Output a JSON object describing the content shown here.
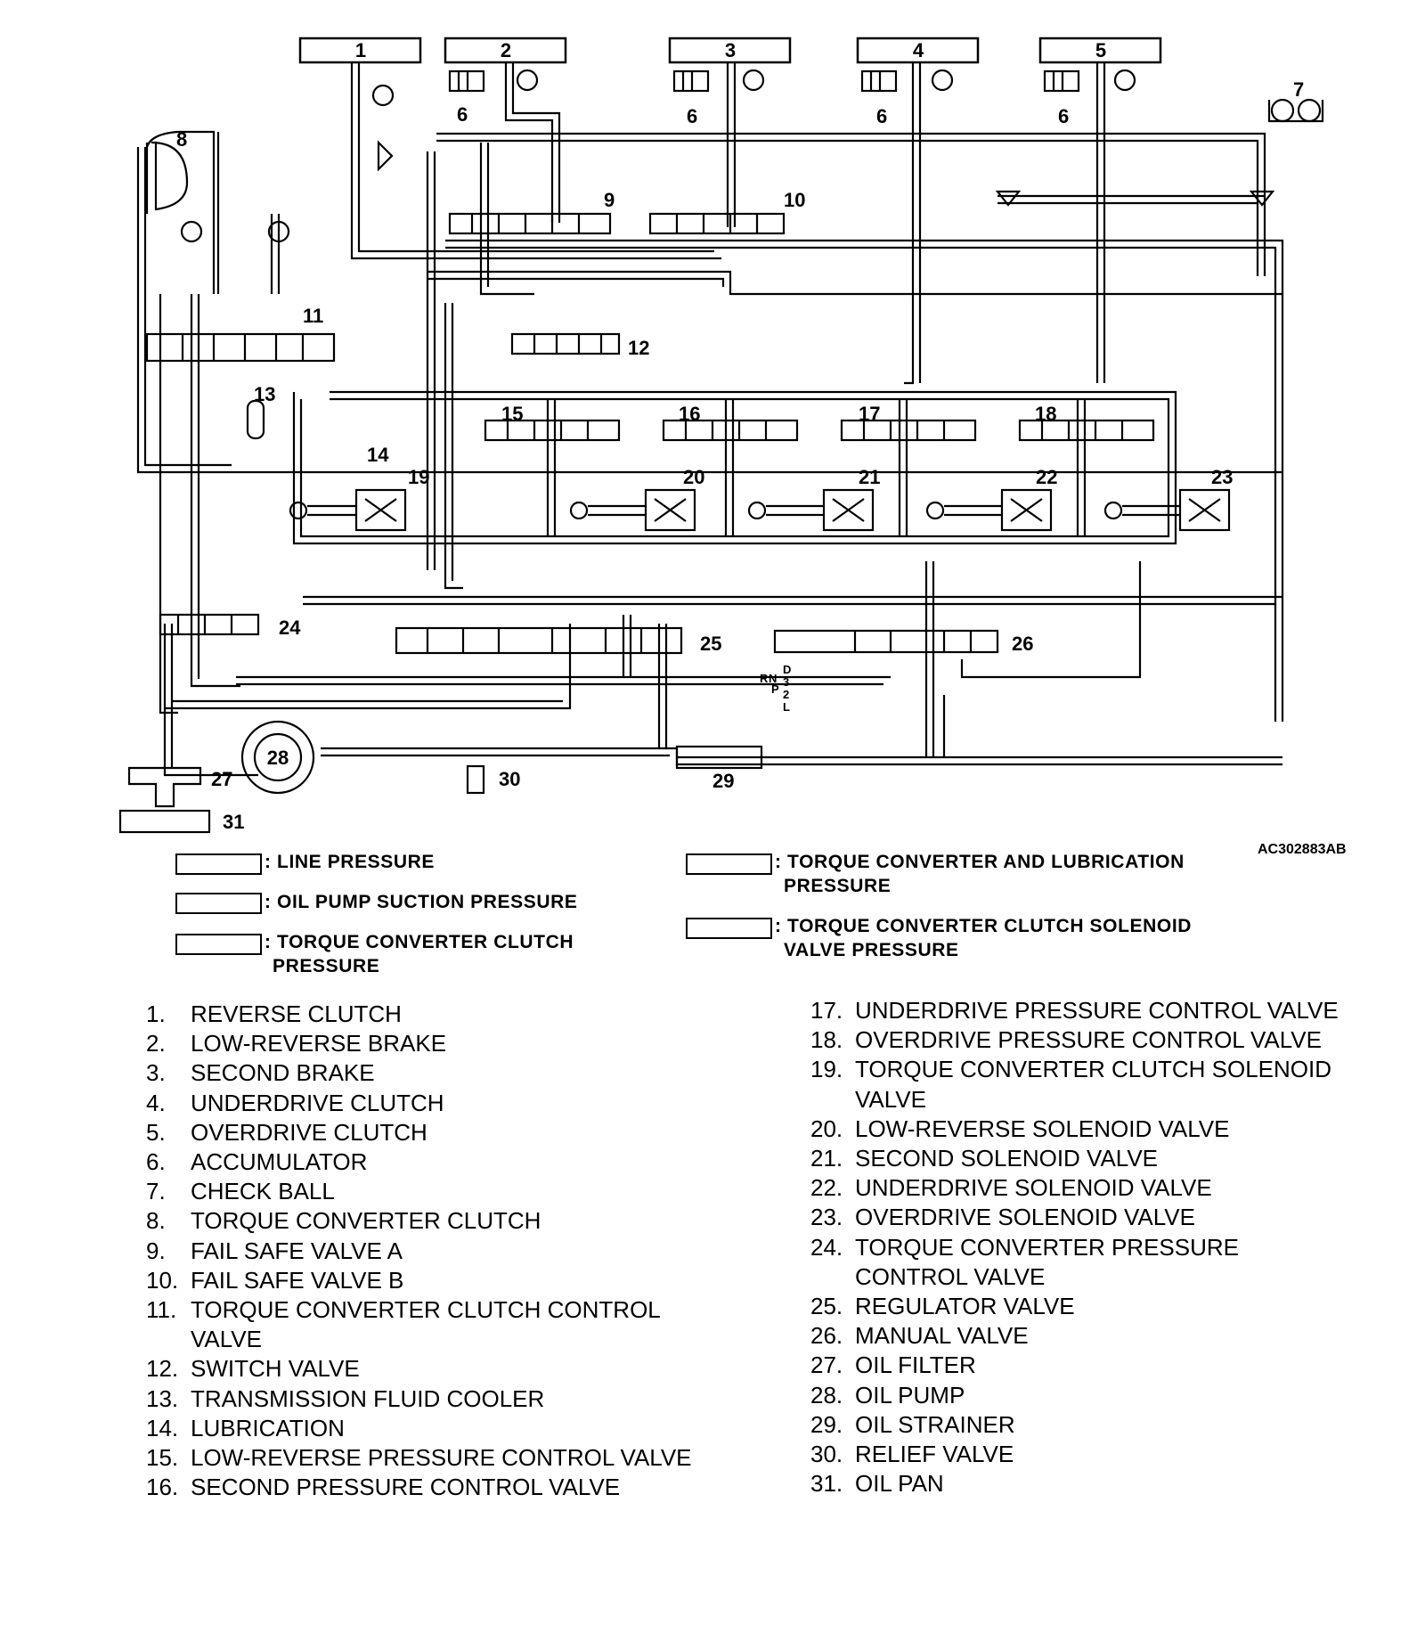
{
  "figure_code": "AC302883AB",
  "top_labels": [
    "1",
    "2",
    "3",
    "4",
    "5"
  ],
  "accumulator_label": "6",
  "callouts": {
    "c7": "7",
    "c8": "8",
    "c9": "9",
    "c10": "10",
    "c11": "11",
    "c12": "12",
    "c13": "13",
    "c14": "14",
    "c15": "15",
    "c16": "16",
    "c17": "17",
    "c18": "18",
    "c19": "19",
    "c20": "20",
    "c21": "21",
    "c22": "22",
    "c23": "23",
    "c24": "24",
    "c25": "25",
    "c26": "26",
    "c27": "27",
    "c28": "28",
    "c29": "29",
    "c30": "30",
    "c31": "31"
  },
  "gear_positions": [
    "R",
    "N",
    "D",
    "P",
    "3",
    "2",
    "L"
  ],
  "legend": {
    "line_pressure": ": LINE PRESSURE",
    "oil_pump_suction": ": OIL PUMP SUCTION PRESSURE",
    "tcc_pressure_1": ": TORQUE CONVERTER CLUTCH",
    "tcc_pressure_2": "PRESSURE",
    "tc_lubrication_1": ": TORQUE CONVERTER AND LUBRICATION",
    "tc_lubrication_2": "PRESSURE",
    "tcc_solenoid_1": ": TORQUE CONVERTER CLUTCH SOLENOID",
    "tcc_solenoid_2": "VALVE PRESSURE"
  },
  "parts_left": [
    {
      "n": "1.",
      "name": "REVERSE CLUTCH"
    },
    {
      "n": "2.",
      "name": "LOW-REVERSE BRAKE"
    },
    {
      "n": "3.",
      "name": "SECOND BRAKE"
    },
    {
      "n": "4.",
      "name": "UNDERDRIVE CLUTCH"
    },
    {
      "n": "5.",
      "name": "OVERDRIVE CLUTCH"
    },
    {
      "n": "6.",
      "name": "ACCUMULATOR"
    },
    {
      "n": "7.",
      "name": "CHECK BALL"
    },
    {
      "n": "8.",
      "name": "TORQUE CONVERTER CLUTCH"
    },
    {
      "n": "9.",
      "name": "FAIL SAFE VALVE A"
    },
    {
      "n": "10.",
      "name": "FAIL SAFE VALVE B"
    },
    {
      "n": "11.",
      "name": "TORQUE CONVERTER CLUTCH CONTROL"
    },
    {
      "n": "",
      "name": "VALVE"
    },
    {
      "n": "12.",
      "name": "SWITCH VALVE"
    },
    {
      "n": "13.",
      "name": "TRANSMISSION FLUID COOLER"
    },
    {
      "n": "14.",
      "name": "LUBRICATION"
    },
    {
      "n": "15.",
      "name": "LOW-REVERSE PRESSURE CONTROL VALVE"
    },
    {
      "n": "16.",
      "name": "SECOND PRESSURE CONTROL VALVE"
    }
  ],
  "parts_right": [
    {
      "n": "17.",
      "name": "UNDERDRIVE PRESSURE CONTROL VALVE"
    },
    {
      "n": "18.",
      "name": "OVERDRIVE PRESSURE CONTROL VALVE"
    },
    {
      "n": "19.",
      "name": "TORQUE CONVERTER CLUTCH SOLENOID"
    },
    {
      "n": "",
      "name": "VALVE"
    },
    {
      "n": "20.",
      "name": "LOW-REVERSE SOLENOID VALVE"
    },
    {
      "n": "21.",
      "name": "SECOND SOLENOID VALVE"
    },
    {
      "n": "22.",
      "name": "UNDERDRIVE SOLENOID VALVE"
    },
    {
      "n": "23.",
      "name": "OVERDRIVE SOLENOID VALVE"
    },
    {
      "n": "24.",
      "name": "TORQUE CONVERTER PRESSURE"
    },
    {
      "n": "",
      "name": "CONTROL VALVE"
    },
    {
      "n": "25.",
      "name": "REGULATOR VALVE"
    },
    {
      "n": "26.",
      "name": "MANUAL VALVE"
    },
    {
      "n": "27.",
      "name": "OIL FILTER"
    },
    {
      "n": "28.",
      "name": "OIL PUMP"
    },
    {
      "n": "29.",
      "name": "OIL STRAINER"
    },
    {
      "n": "30.",
      "name": "RELIEF VALVE"
    },
    {
      "n": "31.",
      "name": "OIL PAN"
    }
  ]
}
